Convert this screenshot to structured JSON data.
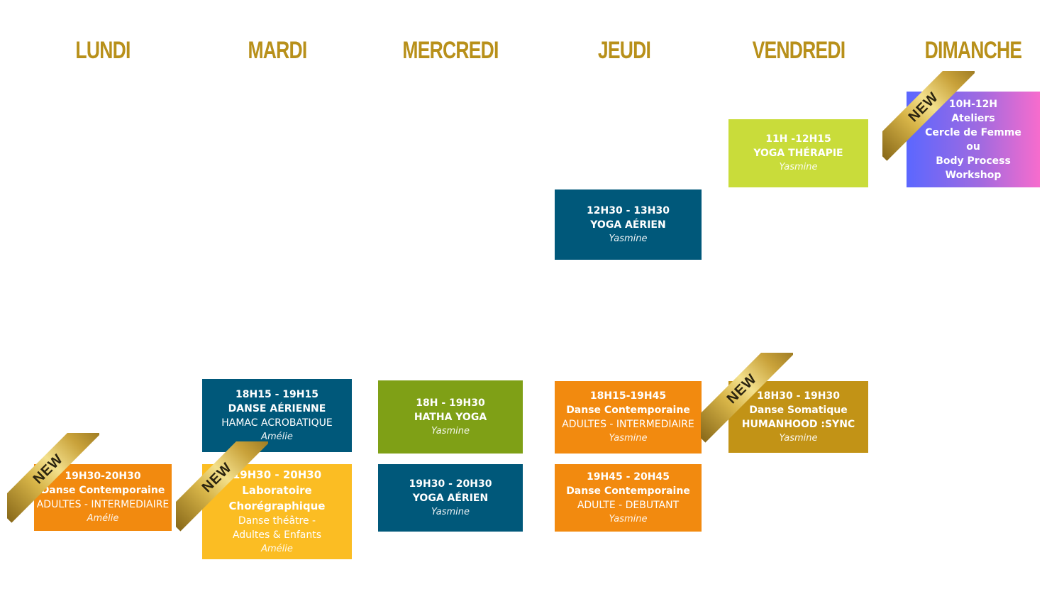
{
  "days": [
    "LUNDI",
    "MARDI",
    "MERCREDI",
    "JEUDI",
    "VENDREDI",
    "DIMANCHE"
  ],
  "badge": "NEW",
  "colors": {
    "gold": "#b8901a",
    "blue": "#00587a",
    "orange": "#f28a0f",
    "green": "#7fa016",
    "lime": "#c9dc3a",
    "yellow": "#fbbd23",
    "ochre": "#c29316",
    "gradient_start": "#5b67ff",
    "gradient_end": "#f76ccd"
  },
  "cards": {
    "lundi_1": {
      "time": "19H30-20H30",
      "title": "Danse Contemporaine",
      "level": "ADULTES - INTERMEDIAIRE",
      "teacher": "Amélie"
    },
    "mardi_1": {
      "time": "18H15 - 19H15",
      "title": "DANSE AÉRIENNE",
      "level": "HAMAC ACROBATIQUE",
      "teacher": "Amélie"
    },
    "mardi_2": {
      "time": "19H30 - 20H30",
      "title1": "Laboratoire",
      "title2": "Chorégraphique",
      "sub1": "Danse théâtre -",
      "sub2": "Adultes & Enfants",
      "teacher": "Amélie"
    },
    "mercredi_1": {
      "time": "18H - 19H30",
      "title": "HATHA YOGA",
      "teacher": "Yasmine"
    },
    "mercredi_2": {
      "time": "19H30 - 20H30",
      "title": "YOGA AÉRIEN",
      "teacher": "Yasmine"
    },
    "jeudi_1": {
      "time": "12H30 - 13H30",
      "title": "YOGA AÉRIEN",
      "teacher": "Yasmine"
    },
    "jeudi_2": {
      "time": "18H15-19H45",
      "title": "Danse Contemporaine",
      "level": "ADULTES - INTERMEDIAIRE",
      "teacher": "Yasmine"
    },
    "jeudi_3": {
      "time": "19H45 - 20H45",
      "title": "Danse Contemporaine",
      "level": "ADULTE - DEBUTANT",
      "teacher": "Yasmine"
    },
    "vendredi_1": {
      "time": "11H -12H15",
      "title": "YOGA THÉRAPIE",
      "teacher": "Yasmine"
    },
    "vendredi_2": {
      "time": "18H30 - 19H30",
      "title": "Danse Somatique",
      "title2": "HUMANHOOD :SYNC",
      "teacher": "Yasmine"
    },
    "dimanche_1": {
      "time": "10H-12H",
      "line1": "Ateliers",
      "line2": "Cercle de Femme",
      "line3": "ou",
      "line4": "Body Process Workshop"
    }
  }
}
